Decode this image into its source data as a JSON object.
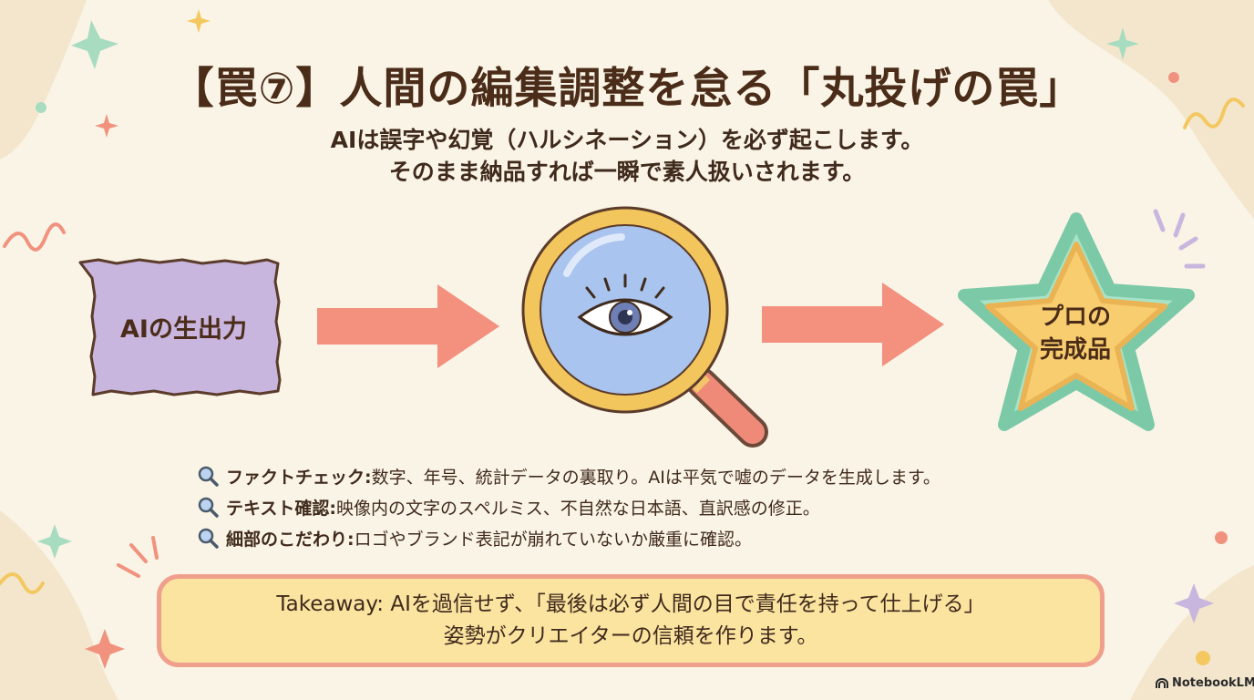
{
  "slide": {
    "title": "【罠⑦】人間の編集調整を怠る「丸投げの罠」",
    "subtitle_lines": [
      "AIは誤字や幻覚（ハルシネーション）を必ず起こします。",
      "そのまま納品すれば一瞬で素人扱いされます。"
    ]
  },
  "flow": {
    "raw_output_label": "AIの生出力",
    "finished_label_lines": [
      "プロの",
      "完成品"
    ],
    "icon_names": [
      "arrow-right-icon",
      "magnifier-eye-icon",
      "arrow-right-icon",
      "star-icon"
    ]
  },
  "points": [
    {
      "icon": "magnifier-icon",
      "heading": "ファクトチェック:",
      "text": " 数字、年号、統計データの裏取り。AIは平気で嘘のデータを生成します。"
    },
    {
      "icon": "magnifier-icon",
      "heading": "テキスト確認:",
      "text": " 映像内の文字のスペルミス、不自然な日本語、直訳感の修正。"
    },
    {
      "icon": "magnifier-icon",
      "heading": "細部のこだわり:",
      "text": "  ロゴやブランド表記が崩れていないか厳重に確認。"
    }
  ],
  "takeaway": {
    "lines": [
      "Takeaway: AIを過信せず、「最後は必ず人間の目で責任を持って仕上げる」",
      "姿勢がクリエイターの信頼を作ります。"
    ]
  },
  "branding": {
    "label": "NotebookLM"
  },
  "colors": {
    "background": "#faf4e6",
    "arrow": "#f3907e",
    "raw_box": "#c9b6df",
    "lens": "#a9c4ee",
    "lens_rim": "#f2c65c",
    "star_outer": "#a7e3c7",
    "star_inner": "#f8cd6f",
    "takeaway_fill": "#fbe3a0",
    "takeaway_border": "#f09f8c"
  }
}
